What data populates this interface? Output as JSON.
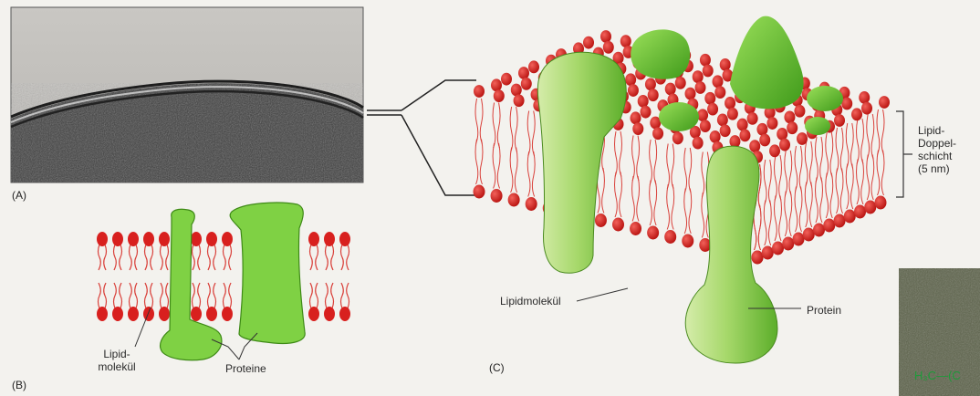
{
  "panels": {
    "a": {
      "letter": "(A)"
    },
    "b": {
      "letter": "(B)",
      "label_lipid": [
        "Lipid-",
        "molekül"
      ],
      "label_proteins": "Proteine"
    },
    "c": {
      "letter": "(C)",
      "label_bilayer": [
        "Lipid-",
        "Doppel-",
        "schicht",
        "(5 nm)"
      ],
      "label_lipid": "Lipidmolekül",
      "label_protein": "Protein"
    }
  },
  "corner_text": "H₃C—(C",
  "colors": {
    "lipid_head": "#d8201e",
    "lipid_tail": "#d9403a",
    "protein_light": "#cfe89a",
    "protein_mid": "#8fd04b",
    "protein_dark": "#4aa31e",
    "text": "#2a2a2a"
  }
}
